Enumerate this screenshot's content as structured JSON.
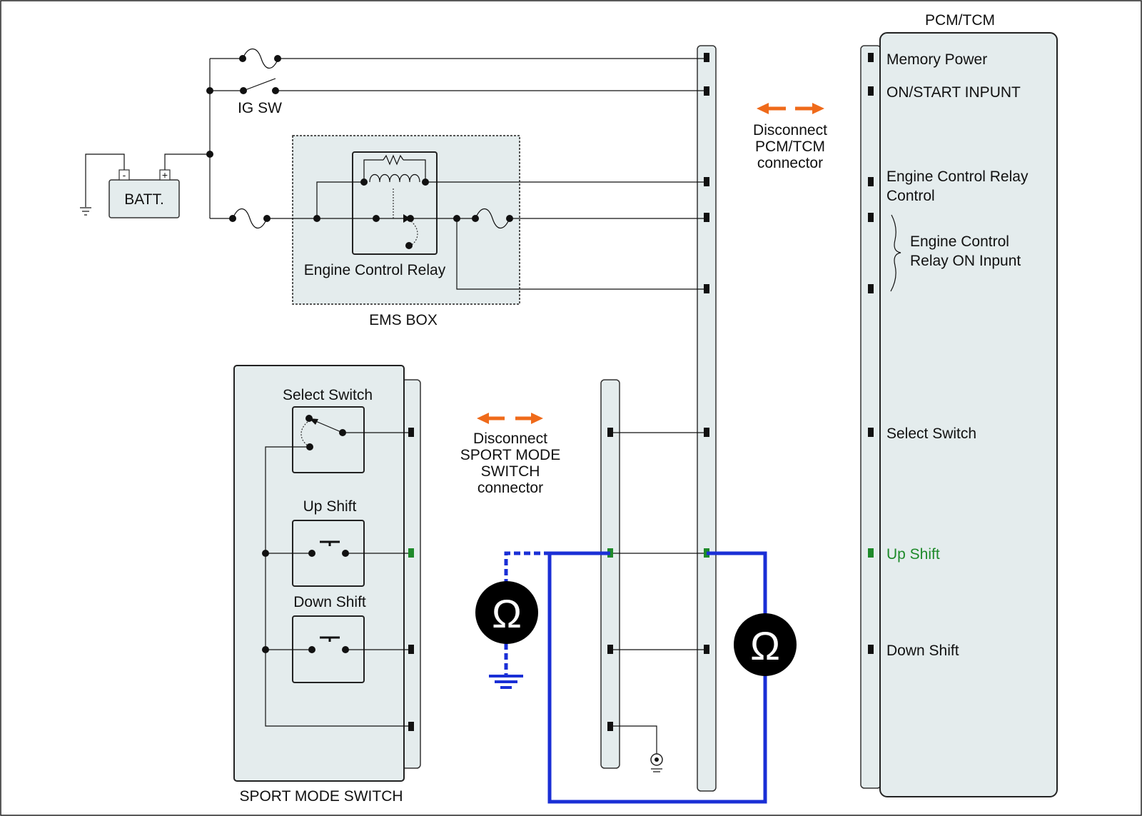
{
  "colors": {
    "panel_fill": "#e4eced",
    "meter_wire": "#1a2fd6",
    "highlight_pin": "#1e8a2a",
    "disconnect_arrow": "#ef6a1a",
    "meter_fill": "#000000"
  },
  "labels": {
    "pcm_title": "PCM/TCM",
    "ig_sw": "IG SW",
    "batt": "BATT.",
    "batt_neg": "-",
    "batt_pos": "+",
    "engine_relay": "Engine Control Relay",
    "ems_box": "EMS BOX",
    "select_switch": "Select Switch",
    "up_shift": "Up  Shift",
    "down_shift": "Down  Shift",
    "sport_mode_switch": "SPORT MODE SWITCH"
  },
  "pcm_pins": {
    "memory_power": "Memory Power",
    "on_start": "ON/START  INPUNT",
    "relay_control_1": "Engine Control Relay",
    "relay_control_2": "Control",
    "relay_on_1": "Engine Control",
    "relay_on_2": "Relay ON Inpunt",
    "select_switch": "Select Switch",
    "up_shift": "Up  Shift",
    "down_shift": "Down  Shift"
  },
  "notes": {
    "pcm_disconnect": [
      "Disconnect",
      "PCM/TCM",
      "connector"
    ],
    "sport_disconnect": [
      "Disconnect",
      "SPORT MODE",
      "SWITCH",
      "connector"
    ]
  },
  "icons": {
    "meter_left": "ohmmeter-icon",
    "meter_right": "ohmmeter-icon",
    "ground_left": "ground-symbol-icon",
    "ground_battery": "ground-symbol-icon",
    "ground_connector": "chassis-ground-icon"
  }
}
